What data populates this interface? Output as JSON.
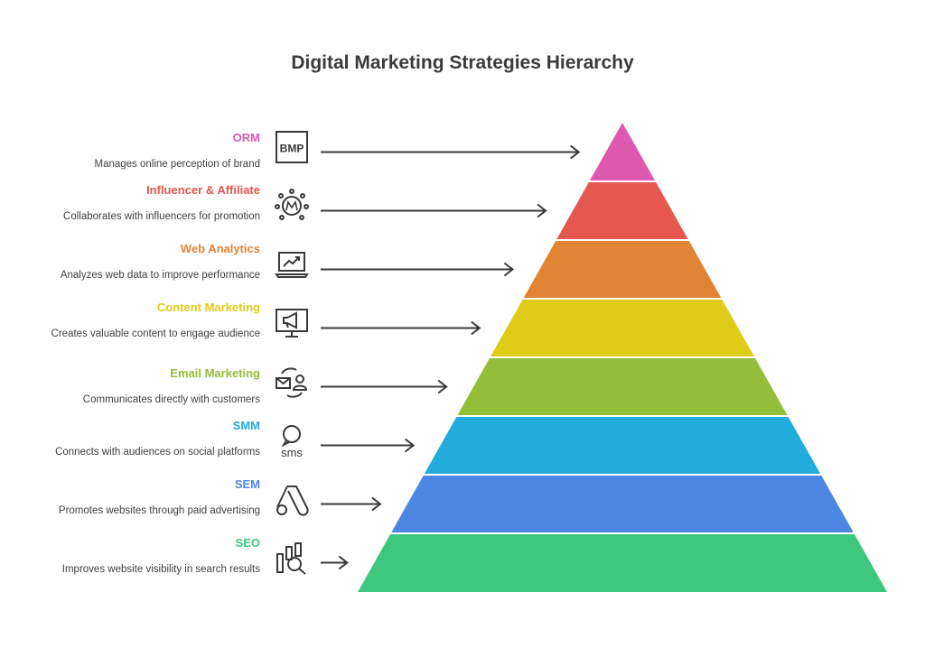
{
  "title": "Digital Marketing Strategies Hierarchy",
  "levels": [
    {
      "label": "ORM",
      "description": "Manages online perception of brand",
      "color": "#dd58ae",
      "icon": "bmp-icon"
    },
    {
      "label": "Influencer & Affiliate",
      "description": "Collaborates with influencers for promotion",
      "color": "#e5574f",
      "icon": "influencer-badge-icon"
    },
    {
      "label": "Web Analytics",
      "description": "Analyzes web data to improve performance",
      "color": "#e08332",
      "icon": "laptop-chart-icon"
    },
    {
      "label": "Content Marketing",
      "description": "Creates valuable content to engage audience",
      "color": "#dfcc18",
      "icon": "monitor-megaphone-icon"
    },
    {
      "label": "Email Marketing",
      "description": "Communicates directly with customers",
      "color": "#93be3a",
      "icon": "email-contact-icon"
    },
    {
      "label": "SMM",
      "description": "Connects with audiences on social platforms",
      "color": "#21acdb",
      "icon": "sms-bubble-icon"
    },
    {
      "label": "SEM",
      "description": "Promotes websites through paid advertising",
      "color": "#4c87e3",
      "icon": "google-ads-icon"
    },
    {
      "label": "SEO",
      "description": "Improves website visibility in search results",
      "color": "#3ec77e",
      "icon": "search-analytics-icon"
    }
  ]
}
